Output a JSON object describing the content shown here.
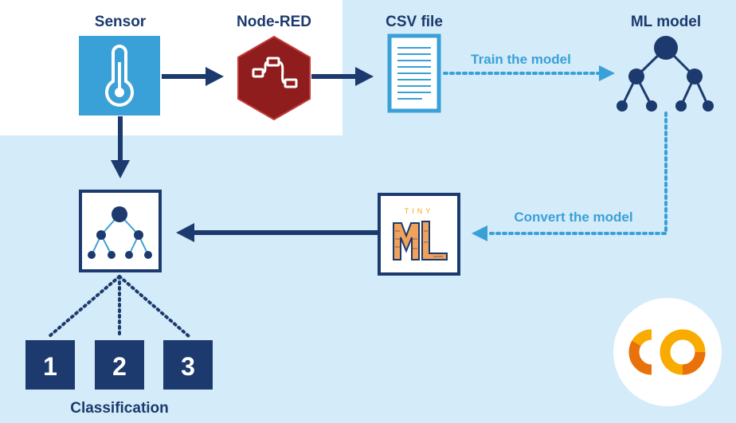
{
  "nodes": {
    "sensor": "Sensor",
    "node_red": "Node-RED",
    "csv_file": "CSV file",
    "ml_model": "ML model",
    "tinyml_logo": "TINY ML"
  },
  "edges": {
    "train": "Train the model",
    "convert": "Convert the model"
  },
  "classes": [
    "1",
    "2",
    "3"
  ],
  "classification_label": "Classification",
  "colors": {
    "background": "#d4ebf9",
    "navy": "#1c3a6e",
    "light_blue": "#3aa0d8",
    "node_red": "#8f1d1d",
    "colab_orange": "#f7a11a",
    "colab_yellow": "#f9ab00"
  }
}
